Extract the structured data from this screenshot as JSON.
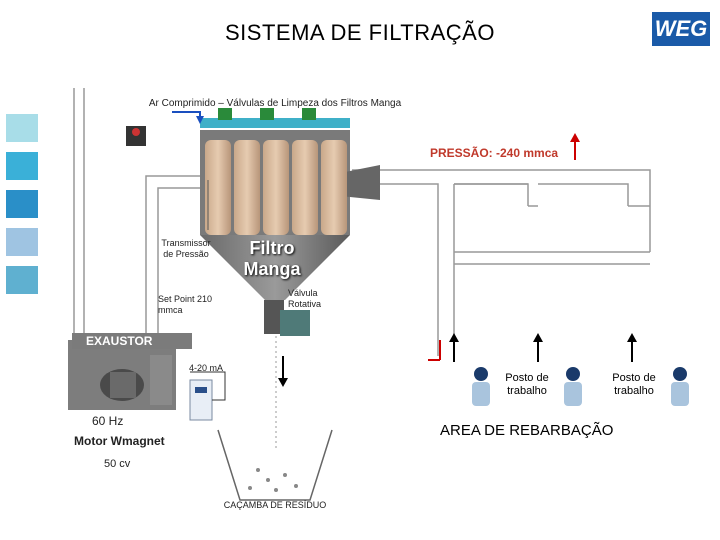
{
  "title": "SISTEMA DE FILTRAÇÃO",
  "logo_text": "WEG",
  "colors": {
    "sidebar_squares": [
      "#a8dde8",
      "#3ab0d8",
      "#2a8fc8",
      "#9fc4e2",
      "#5fb0d0"
    ],
    "pipe": "#999999",
    "pressure": "#c0392b",
    "arrow_up": "#cc0000",
    "air_line": "#1a4fbf"
  },
  "labels": {
    "air_supply": "Ar Comprimido – Válvulas de Limpeza dos Filtros Manga",
    "pressure": "PRESSÃO: -240 mmca",
    "transmitter": "Transmissor de Pressão",
    "filter": "Filtro Manga",
    "setpoint": "Set Point 210 mmca",
    "rotary_valve": "Válvula Rotativa",
    "exhauster": "EXAUSTOR",
    "signal": "4-20 mA",
    "frequency": "60 Hz",
    "motor": "Motor Wmagnet",
    "power": "50 cv",
    "dumpster": "CAÇAMBA DE RESÍDUO",
    "work_area": "AREA DE REBARBAÇÃO",
    "workstation": "Posto de trabalho"
  }
}
